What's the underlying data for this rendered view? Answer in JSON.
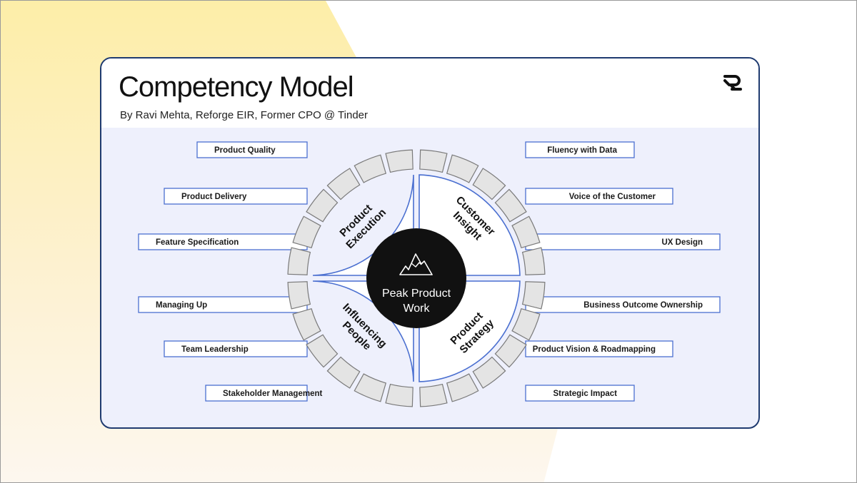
{
  "card": {
    "title": "Competency Model",
    "subtitle": "By Ravi Mehta, Reforge EIR, Former CPO @ Tinder",
    "logo_icon": "reforge-logo-icon"
  },
  "center": {
    "line1": "Peak Product",
    "line2": "Work",
    "icon": "mountain-icon"
  },
  "quadrants": [
    {
      "line1": "Product",
      "line2": "Execution"
    },
    {
      "line1": "Customer",
      "line2": "Insight"
    },
    {
      "line1": "Influencing",
      "line2": "People"
    },
    {
      "line1": "Product",
      "line2": "Strategy"
    }
  ],
  "left_labels": [
    "Product Quality",
    "Product Delivery",
    "Feature Specification",
    "Managing Up",
    "Team Leadership",
    "Stakeholder Management"
  ],
  "right_labels": [
    "Fluency with Data",
    "Voice of the Customer",
    "UX Design",
    "Business Outcome Ownership",
    "Product Vision & Roadmapping",
    "Strategic Impact"
  ],
  "colors": {
    "card_border": "#1f3b70",
    "panel_bg": "#eef0fc",
    "label_border": "#4a6fd0",
    "ring_fill": "#e4e4e4",
    "ring_stroke": "#7a7a7a",
    "center_fill": "#111111"
  }
}
